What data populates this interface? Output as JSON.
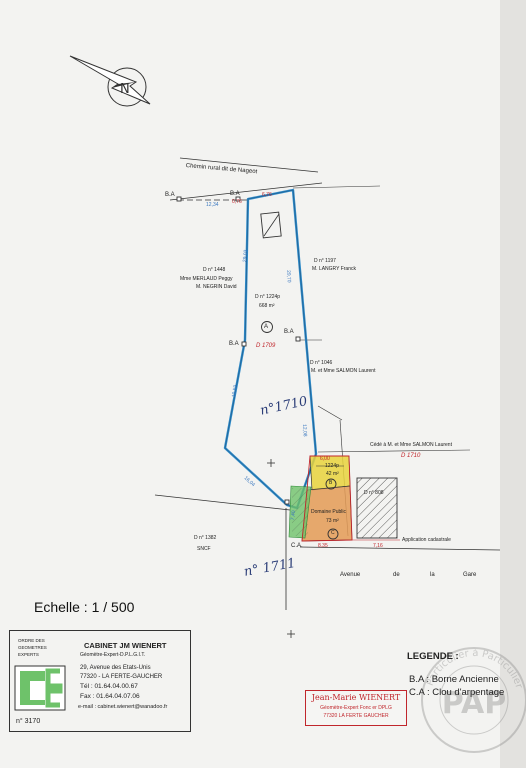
{
  "colors": {
    "paper": "#f3f3f1",
    "parcel_outline": "#2f8ac8",
    "yellow_lot": "#e8d23c",
    "orange_lot": "#e39a55",
    "green_strip": "#6ec26a",
    "ink_red": "#c0262c",
    "ink_blue": "#2c3e78"
  },
  "icons": [
    "north-arrow-icon",
    "boundary-marker-icon",
    "ge-logo-icon",
    "pap-watermark-icon"
  ],
  "road": {
    "name": "Chemin rural dit de Nageot"
  },
  "markers": {
    "ba": "B.A",
    "ca": "C.A."
  },
  "dimensions": {
    "d1": "12,34",
    "d2": "0,76",
    "d3": "6,76",
    "d4": "29,03",
    "d5": "29,70",
    "d6": "19,59",
    "d7": "16,04",
    "d8": "12,08",
    "d9": "7,40",
    "d10": "6,00",
    "d11": "8,35",
    "d12": "7,16"
  },
  "parcels": {
    "d1448": {
      "number": "D n° 1448",
      "owner1": "Mme MERLAUD Peggy",
      "owner2": "M. NEGRIN David"
    },
    "d1197": {
      "number": "D n° 1197",
      "owner": "M. LANGRY Franck"
    },
    "d1224p": {
      "number": "D n° 1224p",
      "area": "668 m²",
      "letter": "A"
    },
    "d1709": "D 1709",
    "d1046": {
      "number": "D n° 1046",
      "owner": "M. et Mme SALMON Laurent"
    },
    "handwritten_1710": "n°1710",
    "cede": "Cédé à M. et Mme SALMON Laurent",
    "d1710": "D 1710",
    "lot_b": {
      "number": "1224p",
      "area": "42 m²",
      "letter": "B"
    },
    "d808": "D n° 808",
    "domaine": {
      "label": "Domaine Public",
      "area": "73 m²",
      "letter": "C"
    },
    "application": "Application cadastrale",
    "d1382": "D n° 1382",
    "sncf": "SNCF",
    "handwritten_1711": "n° 1711",
    "avenue": {
      "w1": "Avenue",
      "w2": "de",
      "w3": "la",
      "w4": "Gare"
    }
  },
  "scale": "Echelle : 1 / 500",
  "cabinet": {
    "order1": "ORDRE DES",
    "order2": "GEOMETRES",
    "order3": "EXPERTS",
    "name": "CABINET JM WIENERT",
    "title": "Géomètre-Expert-D.P.L.G.I.T.",
    "address": "29, Avenue des Etats-Unis",
    "city": "77320 - LA FERTE-GAUCHER",
    "tel": "Tél : 01.64.04.00.67",
    "fax": "Fax : 01.64.04.07.06",
    "email": "e-mail : cabinet.wienert@wanadoo.fr",
    "number": "n° 3170"
  },
  "legend": {
    "title": "LEGENDE :",
    "ba": "B.A : Borne Ancienne",
    "ca": "C.A : Clou d'arpentage"
  },
  "stamp": {
    "name": "Jean-Marie WIENERT",
    "title": "Géomètre-Expert Fonc er DPLG",
    "city": "77320 LA FERTE GAUCHER"
  },
  "watermark": {
    "center": "PAP",
    "ring": "Particulier à Particulier"
  }
}
